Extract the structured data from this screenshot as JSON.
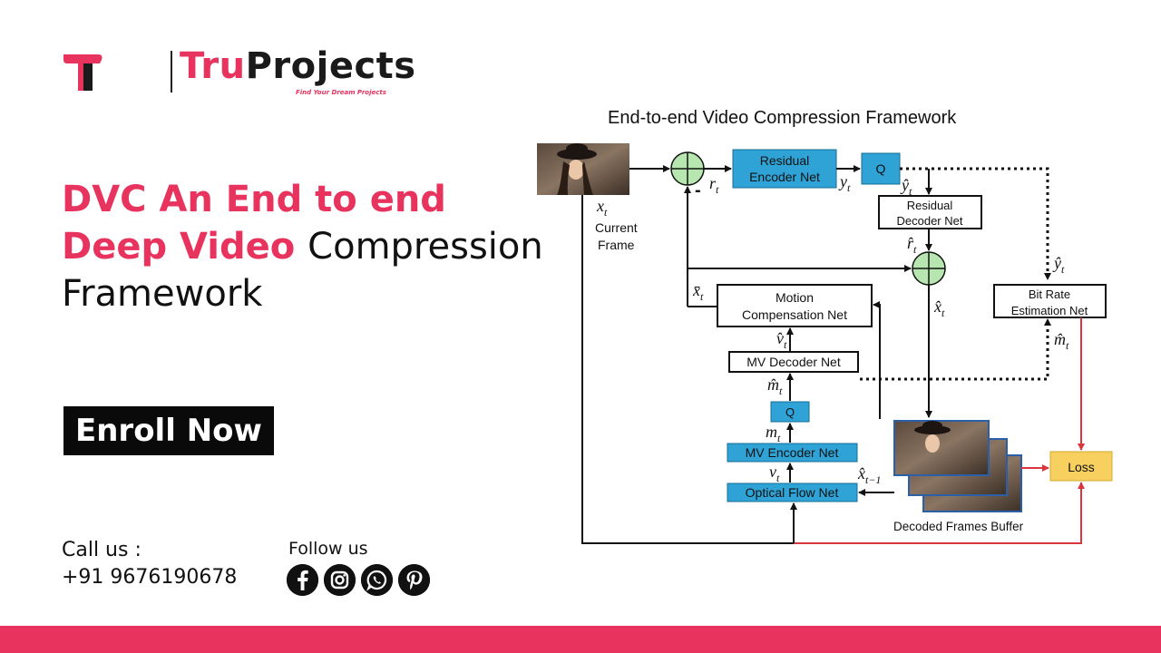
{
  "brand": {
    "name_part1": "Tru",
    "name_part2": "Projects",
    "tagline": "Find Your Dream Projects",
    "colors": {
      "accent": "#e8335f",
      "dark": "#111111"
    }
  },
  "headline": {
    "accent_line1": "DVC An End to end",
    "accent_line2": "Deep Video",
    "plain_rest": "Compression",
    "plain_line3": "Framework"
  },
  "cta": {
    "label": "Enroll Now"
  },
  "contact": {
    "call_label": "Call us :",
    "phone": "+91 9676190678",
    "follow_label": "Follow us",
    "socials": [
      "facebook-icon",
      "instagram-icon",
      "whatsapp-icon",
      "pinterest-icon"
    ]
  },
  "diagram": {
    "title": "End-to-end Video Compression Framework",
    "blocks": {
      "residual_encoder_l1": "Residual",
      "residual_encoder_l2": "Encoder Net",
      "q_top": "Q",
      "residual_decoder_l1": "Residual",
      "residual_decoder_l2": "Decoder Net",
      "bit_rate_l1": "Bit Rate",
      "bit_rate_l2": "Estimation Net",
      "motion_comp_l1": "Motion",
      "motion_comp_l2": "Compensation Net",
      "mv_decoder": "MV Decoder Net",
      "q_mid": "Q",
      "mv_encoder": "MV Encoder Net",
      "optical_flow": "Optical Flow Net",
      "loss": "Loss"
    },
    "labels": {
      "current_frame_l1": "Current",
      "current_frame_l2": "Frame",
      "decoded_buffer": "Decoded Frames Buffer",
      "minus": "-",
      "x_t": "x",
      "r_t": "r",
      "y_t": "y",
      "y_hat_t": "ŷ",
      "r_hat_t": "r̂",
      "x_bar_t": "x̄",
      "x_hat_t": "x̂",
      "y_hat_t_right": "ŷ",
      "m_hat_t_right": "m̂",
      "v_hat_t": "v̂",
      "m_hat_t": "m̂",
      "m_t": "m",
      "v_t": "v",
      "x_hat_t_minus_1": "x̂",
      "sub_t": "t",
      "sub_t_minus_1": "t−1"
    },
    "colors": {
      "blue_block": "#2fa3d6",
      "adder": "#b8e6b0",
      "loss": "#f7d060",
      "red_line": "#d9363e"
    }
  }
}
